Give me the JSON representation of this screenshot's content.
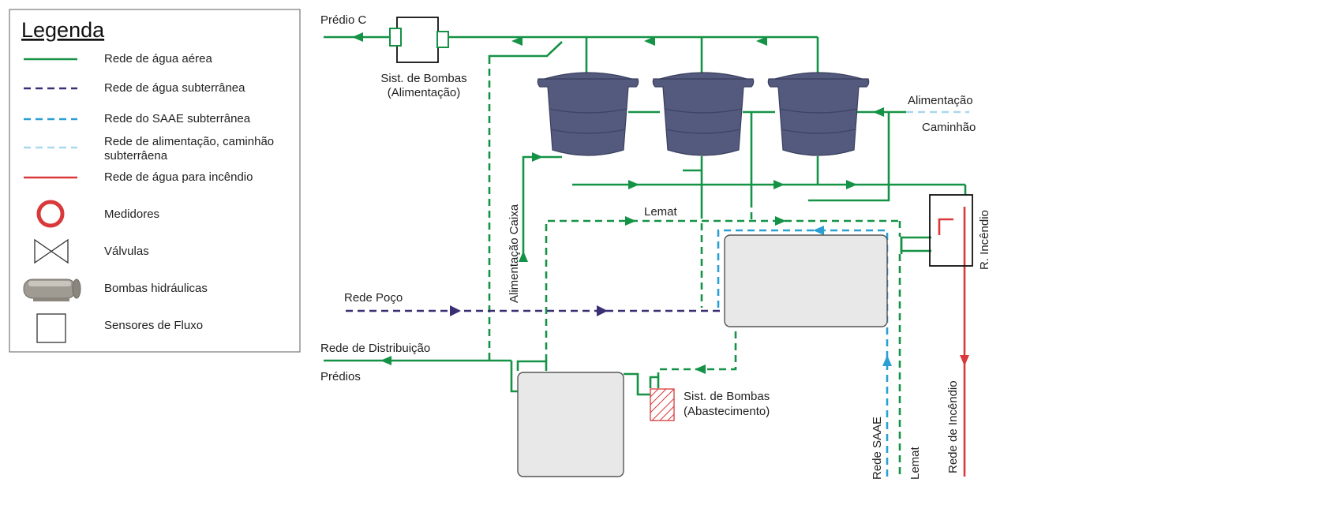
{
  "legend": {
    "title": "Legenda",
    "items": [
      {
        "label": "Rede de água aérea",
        "color": "#149245",
        "style": "solid"
      },
      {
        "label": "Rede de água subterrânea",
        "color": "#3a2f74",
        "style": "dashed"
      },
      {
        "label": "Rede do SAAE subterrânea",
        "color": "#2a9fd4",
        "style": "dashed"
      },
      {
        "label": "Rede de alimentação, caminhão subterrâena",
        "color": "#a9d8ec",
        "style": "dashed"
      },
      {
        "label": "Rede de água para incêndio",
        "color": "#d9393a",
        "style": "solid"
      },
      {
        "label": "Medidores",
        "icon": "meter-ring-icon"
      },
      {
        "label": "Válvulas",
        "icon": "valve-icon"
      },
      {
        "label": "Bombas hidráulicas",
        "icon": "pump-icon"
      },
      {
        "label": "Sensores de Fluxo",
        "icon": "flow-sensor-icon"
      }
    ]
  },
  "labels": {
    "predio_c": "Prédio C",
    "bombas_alimentacao_1": "Sist. de Bombas",
    "bombas_alimentacao_2": "(Alimentação)",
    "alimentacao": "Alimentação",
    "caminhao": "Caminhão",
    "lemat_top": "Lemat",
    "alimentacao_caixa": "Alimentação Caixa",
    "r_incendio": "R. Incêndio",
    "rede_poco": "Rede Poço",
    "rede_distribuicao": "Rede de Distribuição",
    "predios": "Prédios",
    "bombas_abastecimento_1": "Sist. de Bombas",
    "bombas_abastecimento_2": "(Abastecimento)",
    "rede_saae": "Rede SAAE",
    "lemat_bottom": "Lemat",
    "rede_incendio": "Rede de Incêndio"
  },
  "colors": {
    "aerial_water": "#149245",
    "underground_water": "#3a2f74",
    "saae": "#2a9fd4",
    "truck_feed": "#a9d8ec",
    "fire": "#d9393a",
    "tank": "#545a7e",
    "reservoir": "#e8e8e8"
  }
}
